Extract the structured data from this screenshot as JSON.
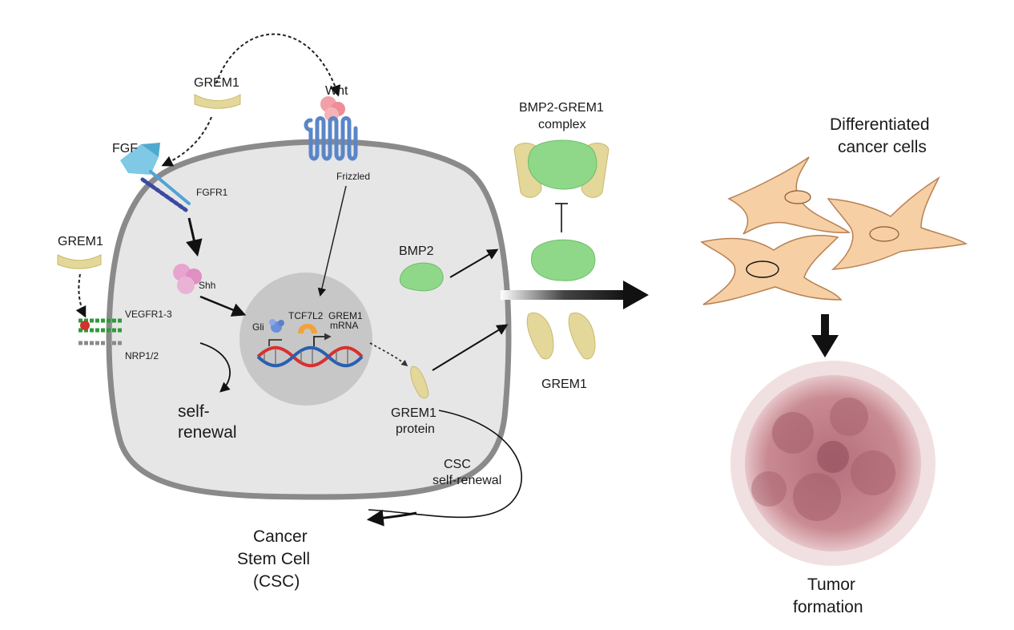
{
  "labels": {
    "grem1_top": "GREM1",
    "wnt": "Wnt",
    "fgf": "FGF",
    "fgfr1": "FGFR1",
    "frizzled": "Frizzled",
    "grem1_left": "GREM1",
    "vegfr": "VEGFR1-3",
    "nrp": "NRP1/2",
    "shh": "Shh",
    "gli": "Gli",
    "tcf7l2": "TCF7L2",
    "grem1_mrna_1": "GREM1",
    "grem1_mrna_2": "mRNA",
    "self_renewal_1": "self-",
    "self_renewal_2": "renewal",
    "bmp2_in": "BMP2",
    "grem1_protein_1": "GREM1",
    "grem1_protein_2": "protein",
    "csc_sr_1": "CSC",
    "csc_sr_2": "self-renewal",
    "csc_1": "Cancer",
    "csc_2": "Stem Cell",
    "csc_3": "(CSC)",
    "complex_1": "BMP2-GREM1",
    "complex_2": "complex",
    "grem1_right": "GREM1",
    "diff_1": "Differentiated",
    "diff_2": "cancer cells",
    "tumor_1": "Tumor",
    "tumor_2": "formation"
  },
  "colors": {
    "grem1": "#e3d79a",
    "bmp2": "#8fd88a",
    "wnt": "#f2a0a8",
    "frizzled": "#5a86c8",
    "fgf": "#7fc8e6",
    "shh": "#e9a3cf",
    "tcf": "#f2a23a",
    "gli": "#6b8fd8",
    "cell": "#e6e6e6",
    "nucleus": "#c7c7c7",
    "diff_cell": "#f6cfa4",
    "tumor": "#c98a92"
  }
}
